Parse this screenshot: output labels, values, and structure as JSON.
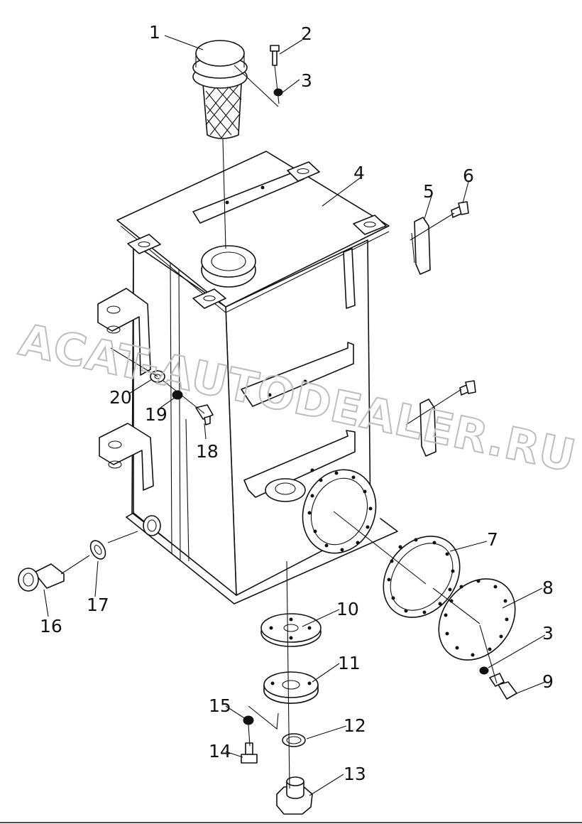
{
  "watermark": "ACAT-AUTODEALER.RU",
  "part_labels": {
    "p1": "1",
    "p2": "2",
    "p3a": "3",
    "p3b": "3",
    "p4": "4",
    "p5": "5",
    "p6": "6",
    "p7": "7",
    "p8": "8",
    "p9": "9",
    "p10": "10",
    "p11": "11",
    "p12": "12",
    "p13": "13",
    "p14": "14",
    "p15": "15",
    "p16": "16",
    "p17": "17",
    "p18": "18",
    "p19": "19",
    "p20": "20"
  },
  "colors": {
    "ink": "#111111",
    "watermark": "#bdbdbd",
    "background": "#ffffff"
  }
}
